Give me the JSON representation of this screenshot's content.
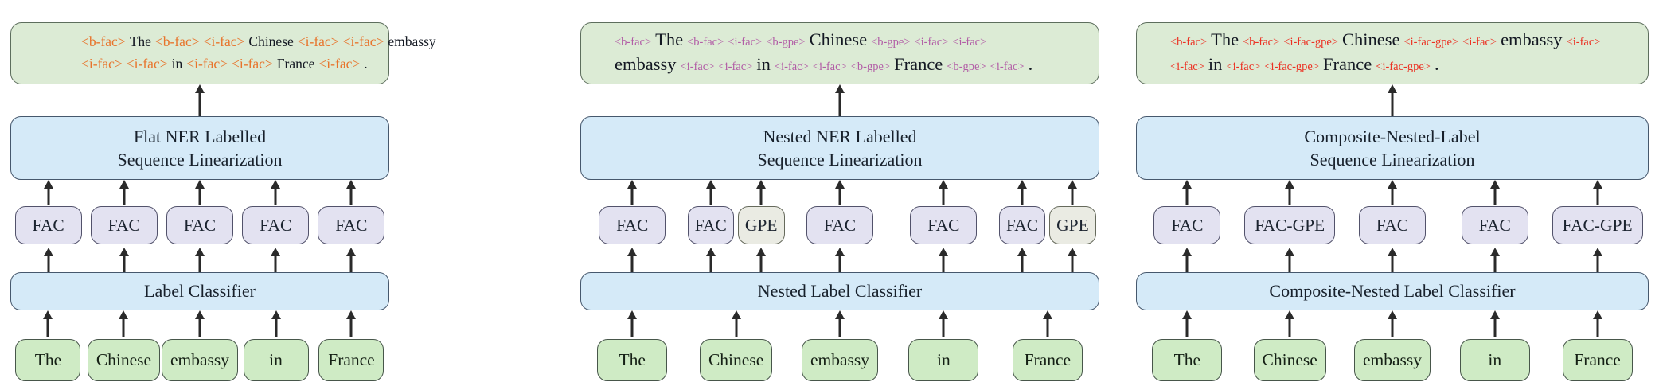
{
  "colors": {
    "sequence_box_fill": "#DCEBD5",
    "process_box_fill": "#D5EAF8",
    "label_box_fill": "#E3E2F1",
    "gpe_box_fill": "#EAEBE3",
    "word_box_fill": "#CFEBC5",
    "arrow_color": "#2A2A2A",
    "flat_tag_color": "#E8742C",
    "nested_tag_color": "#B25DA6",
    "composite_tag_color": "#EC3123"
  },
  "panels": [
    {
      "name": "flat-ner",
      "sequence_box": {
        "tag_color": "#E8742C",
        "lines": [
          [
            {
              "k": "tag",
              "t": "<b-fac>"
            },
            {
              "k": "w",
              "t": "The"
            },
            {
              "k": "tag",
              "t": "<b-fac>"
            },
            {
              "k": "tag",
              "t": "<i-fac>"
            },
            {
              "k": "w",
              "t": "Chinese"
            },
            {
              "k": "tag",
              "t": "<i-fac>"
            },
            {
              "k": "tag",
              "t": "<i-fac>"
            },
            {
              "k": "w",
              "t": "embassy"
            }
          ],
          [
            {
              "k": "tag",
              "t": "<i-fac>"
            },
            {
              "k": "tag",
              "t": "<i-fac>"
            },
            {
              "k": "w",
              "t": "in"
            },
            {
              "k": "tag",
              "t": "<i-fac>"
            },
            {
              "k": "tag",
              "t": "<i-fac>"
            },
            {
              "k": "w",
              "t": "France"
            },
            {
              "k": "tag",
              "t": "<i-fac>"
            },
            {
              "k": "w",
              "t": "."
            }
          ]
        ]
      },
      "linearization_box": [
        "Flat NER Labelled",
        "Sequence Linearization"
      ],
      "label_row": [
        [
          {
            "text": "FAC",
            "type": "fac"
          }
        ],
        [
          {
            "text": "FAC",
            "type": "fac"
          }
        ],
        [
          {
            "text": "FAC",
            "type": "fac"
          }
        ],
        [
          {
            "text": "FAC",
            "type": "fac"
          }
        ],
        [
          {
            "text": "FAC",
            "type": "fac"
          }
        ]
      ],
      "classifier_box": "Label Classifier",
      "words": [
        "The",
        "Chinese",
        "embassy",
        "in",
        "France"
      ]
    },
    {
      "name": "nested-ner",
      "sequence_box": {
        "tag_color": "#B25DA6",
        "lines": [
          [
            {
              "k": "tag",
              "t": "<b-fac>"
            },
            {
              "k": "w",
              "t": "The"
            },
            {
              "k": "tag",
              "t": "<b-fac>"
            },
            {
              "k": "tag",
              "t": "<i-fac>"
            },
            {
              "k": "tag",
              "t": "<b-gpe>"
            },
            {
              "k": "w",
              "t": "Chinese"
            },
            {
              "k": "tag",
              "t": "<b-gpe>"
            },
            {
              "k": "tag",
              "t": "<i-fac>"
            },
            {
              "k": "tag",
              "t": "<i-fac>"
            }
          ],
          [
            {
              "k": "w",
              "t": "embassy"
            },
            {
              "k": "tag",
              "t": "<i-fac>"
            },
            {
              "k": "tag",
              "t": "<i-fac>"
            },
            {
              "k": "w",
              "t": "in"
            },
            {
              "k": "tag",
              "t": "<i-fac>"
            },
            {
              "k": "tag",
              "t": "<i-fac>"
            },
            {
              "k": "tag",
              "t": "<b-gpe>"
            },
            {
              "k": "w",
              "t": "France"
            },
            {
              "k": "tag",
              "t": "<b-gpe>"
            },
            {
              "k": "tag",
              "t": "<i-fac>"
            },
            {
              "k": "w",
              "t": "."
            }
          ]
        ]
      },
      "linearization_box": [
        "Nested NER Labelled",
        "Sequence Linearization"
      ],
      "label_row": [
        [
          {
            "text": "FAC",
            "type": "fac"
          }
        ],
        [
          {
            "text": "FAC",
            "type": "fac"
          },
          {
            "text": "GPE",
            "type": "gpe"
          }
        ],
        [
          {
            "text": "FAC",
            "type": "fac"
          }
        ],
        [
          {
            "text": "FAC",
            "type": "fac"
          }
        ],
        [
          {
            "text": "FAC",
            "type": "fac"
          },
          {
            "text": "GPE",
            "type": "gpe"
          }
        ]
      ],
      "classifier_box": "Nested Label Classifier",
      "words": [
        "The",
        "Chinese",
        "embassy",
        "in",
        "France"
      ]
    },
    {
      "name": "composite-nested-label",
      "sequence_box": {
        "tag_color": "#EC3123",
        "lines": [
          [
            {
              "k": "tag",
              "t": "<b-fac>"
            },
            {
              "k": "w",
              "t": "The"
            },
            {
              "k": "tag",
              "t": "<b-fac>"
            },
            {
              "k": "tag",
              "t": "<i-fac-gpe>"
            },
            {
              "k": "w",
              "t": "Chinese"
            },
            {
              "k": "tag",
              "t": "<i-fac-gpe>"
            },
            {
              "k": "tag",
              "t": "<i-fac>"
            },
            {
              "k": "w",
              "t": "embassy"
            },
            {
              "k": "tag",
              "t": "<i-fac>"
            }
          ],
          [
            {
              "k": "tag",
              "t": "<i-fac>"
            },
            {
              "k": "w",
              "t": "in"
            },
            {
              "k": "tag",
              "t": "<i-fac>"
            },
            {
              "k": "tag",
              "t": "<i-fac-gpe>"
            },
            {
              "k": "w",
              "t": "France"
            },
            {
              "k": "tag",
              "t": "<i-fac-gpe>"
            },
            {
              "k": "w",
              "t": "."
            }
          ]
        ]
      },
      "linearization_box": [
        "Composite-Nested-Label",
        "Sequence Linearization"
      ],
      "label_row": [
        [
          {
            "text": "FAC",
            "type": "fac"
          }
        ],
        [
          {
            "text": "FAC-GPE",
            "type": "fac"
          }
        ],
        [
          {
            "text": "FAC",
            "type": "fac"
          }
        ],
        [
          {
            "text": "FAC",
            "type": "fac"
          }
        ],
        [
          {
            "text": "FAC-GPE",
            "type": "fac"
          }
        ]
      ],
      "classifier_box": "Composite-Nested Label Classifier",
      "words": [
        "The",
        "Chinese",
        "embassy",
        "in",
        "France"
      ]
    }
  ]
}
